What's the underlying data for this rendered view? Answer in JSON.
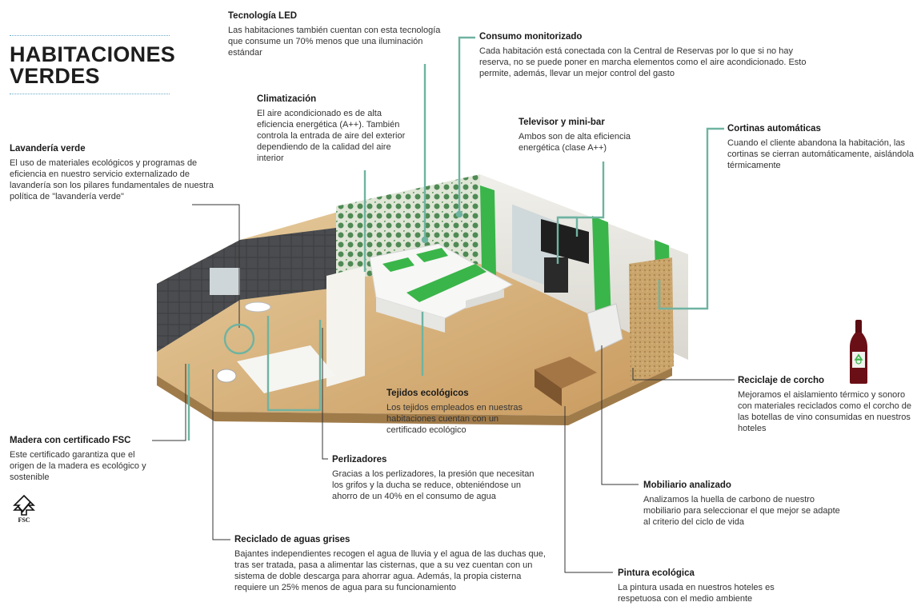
{
  "title": {
    "line1": "HABITACIONES",
    "line2": "VERDES"
  },
  "colors": {
    "connector": "#6fb3a1",
    "accent_green": "#3ab54a",
    "text": "#333333"
  },
  "icons": {
    "fsc": "fsc-tree-check-icon",
    "wine": "wine-bottle-recycle-icon"
  },
  "fsc_logo_text": "FSC",
  "callouts": {
    "led": {
      "title": "Tecnología LED",
      "text": "Las habitaciones también cuentan con esta tecnología que consume un 70% menos que una iluminación estándar"
    },
    "consumo": {
      "title": "Consumo monitorizado",
      "text": "Cada habitación está conectada con la Central de Reservas por lo que si no hay reserva, no se puede poner en marcha elementos como el aire acondicionado. Esto permite, además, llevar un mejor control del gasto"
    },
    "climatizacion": {
      "title": "Climatización",
      "text": "El aire acondicionado es de alta eficiencia energética (A++). También controla la entrada de aire del exterior dependiendo de la calidad del aire interior"
    },
    "televisor": {
      "title": "Televisor y mini-bar",
      "text": "Ambos son de alta eficiencia energética (clase A++)"
    },
    "cortinas": {
      "title": "Cortinas automáticas",
      "text": "Cuando el cliente abandona la habitación, las cortinas se cierran automáticamente, aislándola térmicamente"
    },
    "lavanderia": {
      "title": "Lavandería verde",
      "text": "El uso de materiales ecológicos y programas de eficiencia en nuestro servicio externalizado de lavandería son los pilares fundamentales de nuestra política de \"lavandería verde\""
    },
    "corcho": {
      "title": "Reciclaje de corcho",
      "text": "Mejoramos el aislamiento térmico y sonoro con materiales reciclados como el corcho de las botellas de vino consumidas en nuestros hoteles"
    },
    "tejidos": {
      "title": "Tejidos ecológicos",
      "text": "Los tejidos empleados en nuestras habitaciones cuentan con un certificado ecológico"
    },
    "madera": {
      "title": "Madera con certificado FSC",
      "text": "Este certificado garantiza que el origen de la madera es ecológico y sostenible"
    },
    "perlizadores": {
      "title": "Perlizadores",
      "text": "Gracias a los perlizadores, la presión que necesitan los grifos y la ducha se reduce, obteniéndose un ahorro de un 40% en el consumo de agua"
    },
    "mobiliario": {
      "title": "Mobiliario analizado",
      "text": "Analizamos la huella de carbono de nuestro mobiliario para seleccionar el que mejor se adapte al criterio del ciclo de vida"
    },
    "aguas": {
      "title": "Reciclado de aguas grises",
      "text": "Bajantes independientes recogen el agua de lluvia y el agua de las duchas que, tras ser tratada, pasa a alimentar las cisternas, que a su vez cuentan con un sistema de doble descarga para ahorrar agua. Además, la propia cisterna requiere un 25% menos de agua para su funcionamiento"
    },
    "pintura": {
      "title": "Pintura ecológica",
      "text": "La pintura usada en nuestros hoteles es respetuosa con el medio ambiente"
    }
  }
}
